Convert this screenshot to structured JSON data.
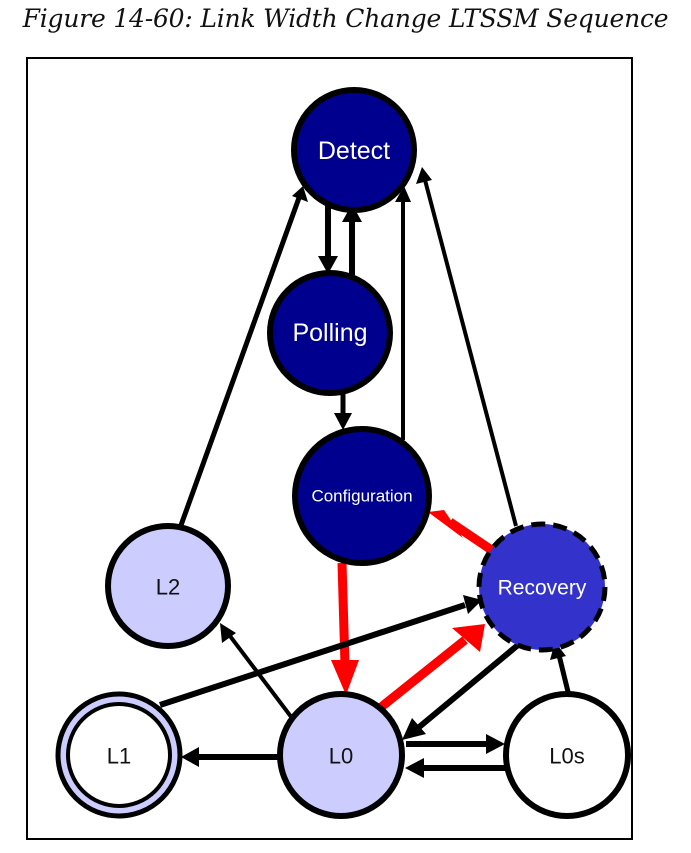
{
  "figure": {
    "caption": "Figure 14-60: Link Width Change LTSSM Sequence"
  },
  "colors": {
    "dark_state": "#00008f",
    "recovery_state": "#3333cc",
    "light_state": "#ccccff",
    "white_state": "#ffffff",
    "highlight_arrow": "#ff0000",
    "normal_arrow": "#000000"
  },
  "states": [
    {
      "id": "detect",
      "label": "Detect",
      "style": "dark"
    },
    {
      "id": "polling",
      "label": "Polling",
      "style": "dark"
    },
    {
      "id": "configuration",
      "label": "Configuration",
      "style": "dark"
    },
    {
      "id": "recovery",
      "label": "Recovery",
      "style": "recovery-dashed"
    },
    {
      "id": "l2",
      "label": "L2",
      "style": "light"
    },
    {
      "id": "l0",
      "label": "L0",
      "style": "light"
    },
    {
      "id": "l1",
      "label": "L1",
      "style": "light-double"
    },
    {
      "id": "l0s",
      "label": "L0s",
      "style": "white"
    }
  ],
  "transitions": [
    {
      "from": "detect",
      "to": "polling",
      "highlight": false
    },
    {
      "from": "polling",
      "to": "detect",
      "highlight": false
    },
    {
      "from": "polling",
      "to": "configuration",
      "highlight": false
    },
    {
      "from": "configuration",
      "to": "detect",
      "highlight": false
    },
    {
      "from": "l2",
      "to": "detect",
      "highlight": false
    },
    {
      "from": "recovery",
      "to": "detect",
      "highlight": false
    },
    {
      "from": "configuration",
      "to": "l0",
      "highlight": true
    },
    {
      "from": "recovery",
      "to": "configuration",
      "highlight": true
    },
    {
      "from": "l0",
      "to": "recovery",
      "highlight": true
    },
    {
      "from": "recovery",
      "to": "l0",
      "highlight": false
    },
    {
      "from": "l1",
      "to": "recovery",
      "highlight": false
    },
    {
      "from": "l0",
      "to": "l2",
      "highlight": false
    },
    {
      "from": "l0",
      "to": "l1",
      "highlight": false
    },
    {
      "from": "l0",
      "to": "l0s",
      "highlight": false
    },
    {
      "from": "l0s",
      "to": "l0",
      "highlight": false
    },
    {
      "from": "l0s",
      "to": "recovery",
      "highlight": false
    }
  ]
}
